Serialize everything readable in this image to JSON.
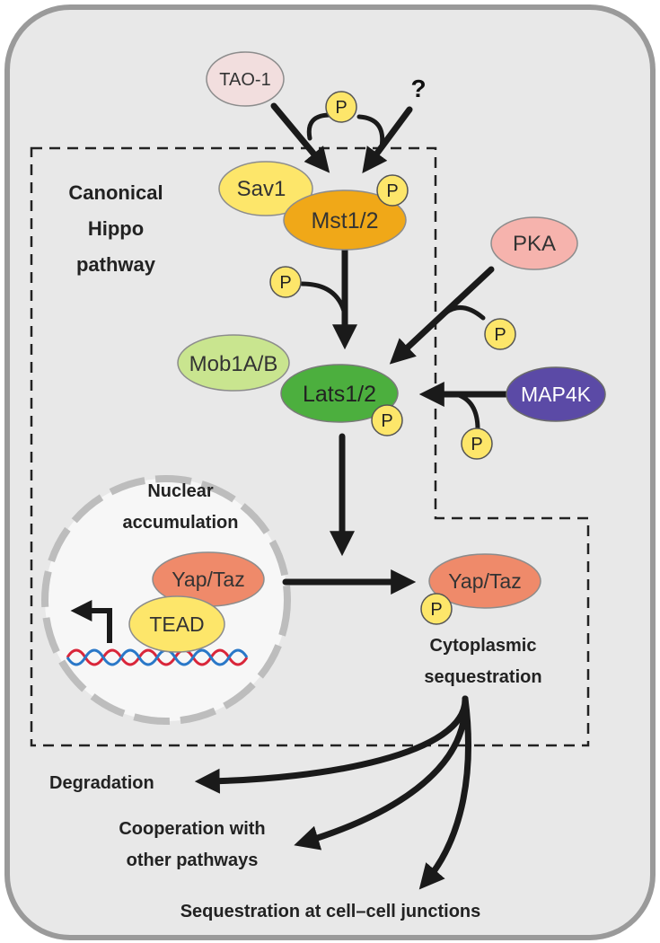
{
  "colors": {
    "cell_fill": "#e8e8e8",
    "cell_stroke": "#9a9a9a",
    "nucleus_fill": "#f7f7f7",
    "nucleus_stroke": "#bdbdbd",
    "arrow": "#1a1a1a",
    "phospho": "#fde66a",
    "tao1": "#f2dede",
    "sav1": "#fde66a",
    "mst": "#f0a818",
    "pka": "#f6b3ad",
    "mob": "#c9e58f",
    "lats": "#4caf3e",
    "map4k": "#5b4aa6",
    "yap": "#ef8a6a",
    "tead": "#fde66a",
    "dna_red": "#d9263a",
    "dna_blue": "#2a78c8"
  },
  "proteins": {
    "tao1": "TAO-1",
    "unknown": "?",
    "sav1": "Sav1",
    "mst": "Mst1/2",
    "pka": "PKA",
    "mob": "Mob1A/B",
    "lats": "Lats1/2",
    "map4k": "MAP4K",
    "yap_nuclear": "Yap/Taz",
    "tead": "TEAD",
    "yap_cyto": "Yap/Taz"
  },
  "phospho_label": "P",
  "labels": {
    "canonical_line1": "Canonical",
    "canonical_line2": "Hippo",
    "canonical_line3": "pathway",
    "nuclear_line1": "Nuclear",
    "nuclear_line2": "accumulation",
    "cyto_line1": "Cytoplasmic",
    "cyto_line2": "sequestration",
    "fate_degradation": "Degradation",
    "fate_coop_line1": "Cooperation with",
    "fate_coop_line2": "other pathways",
    "fate_junctions": "Sequestration at cell–cell junctions"
  }
}
